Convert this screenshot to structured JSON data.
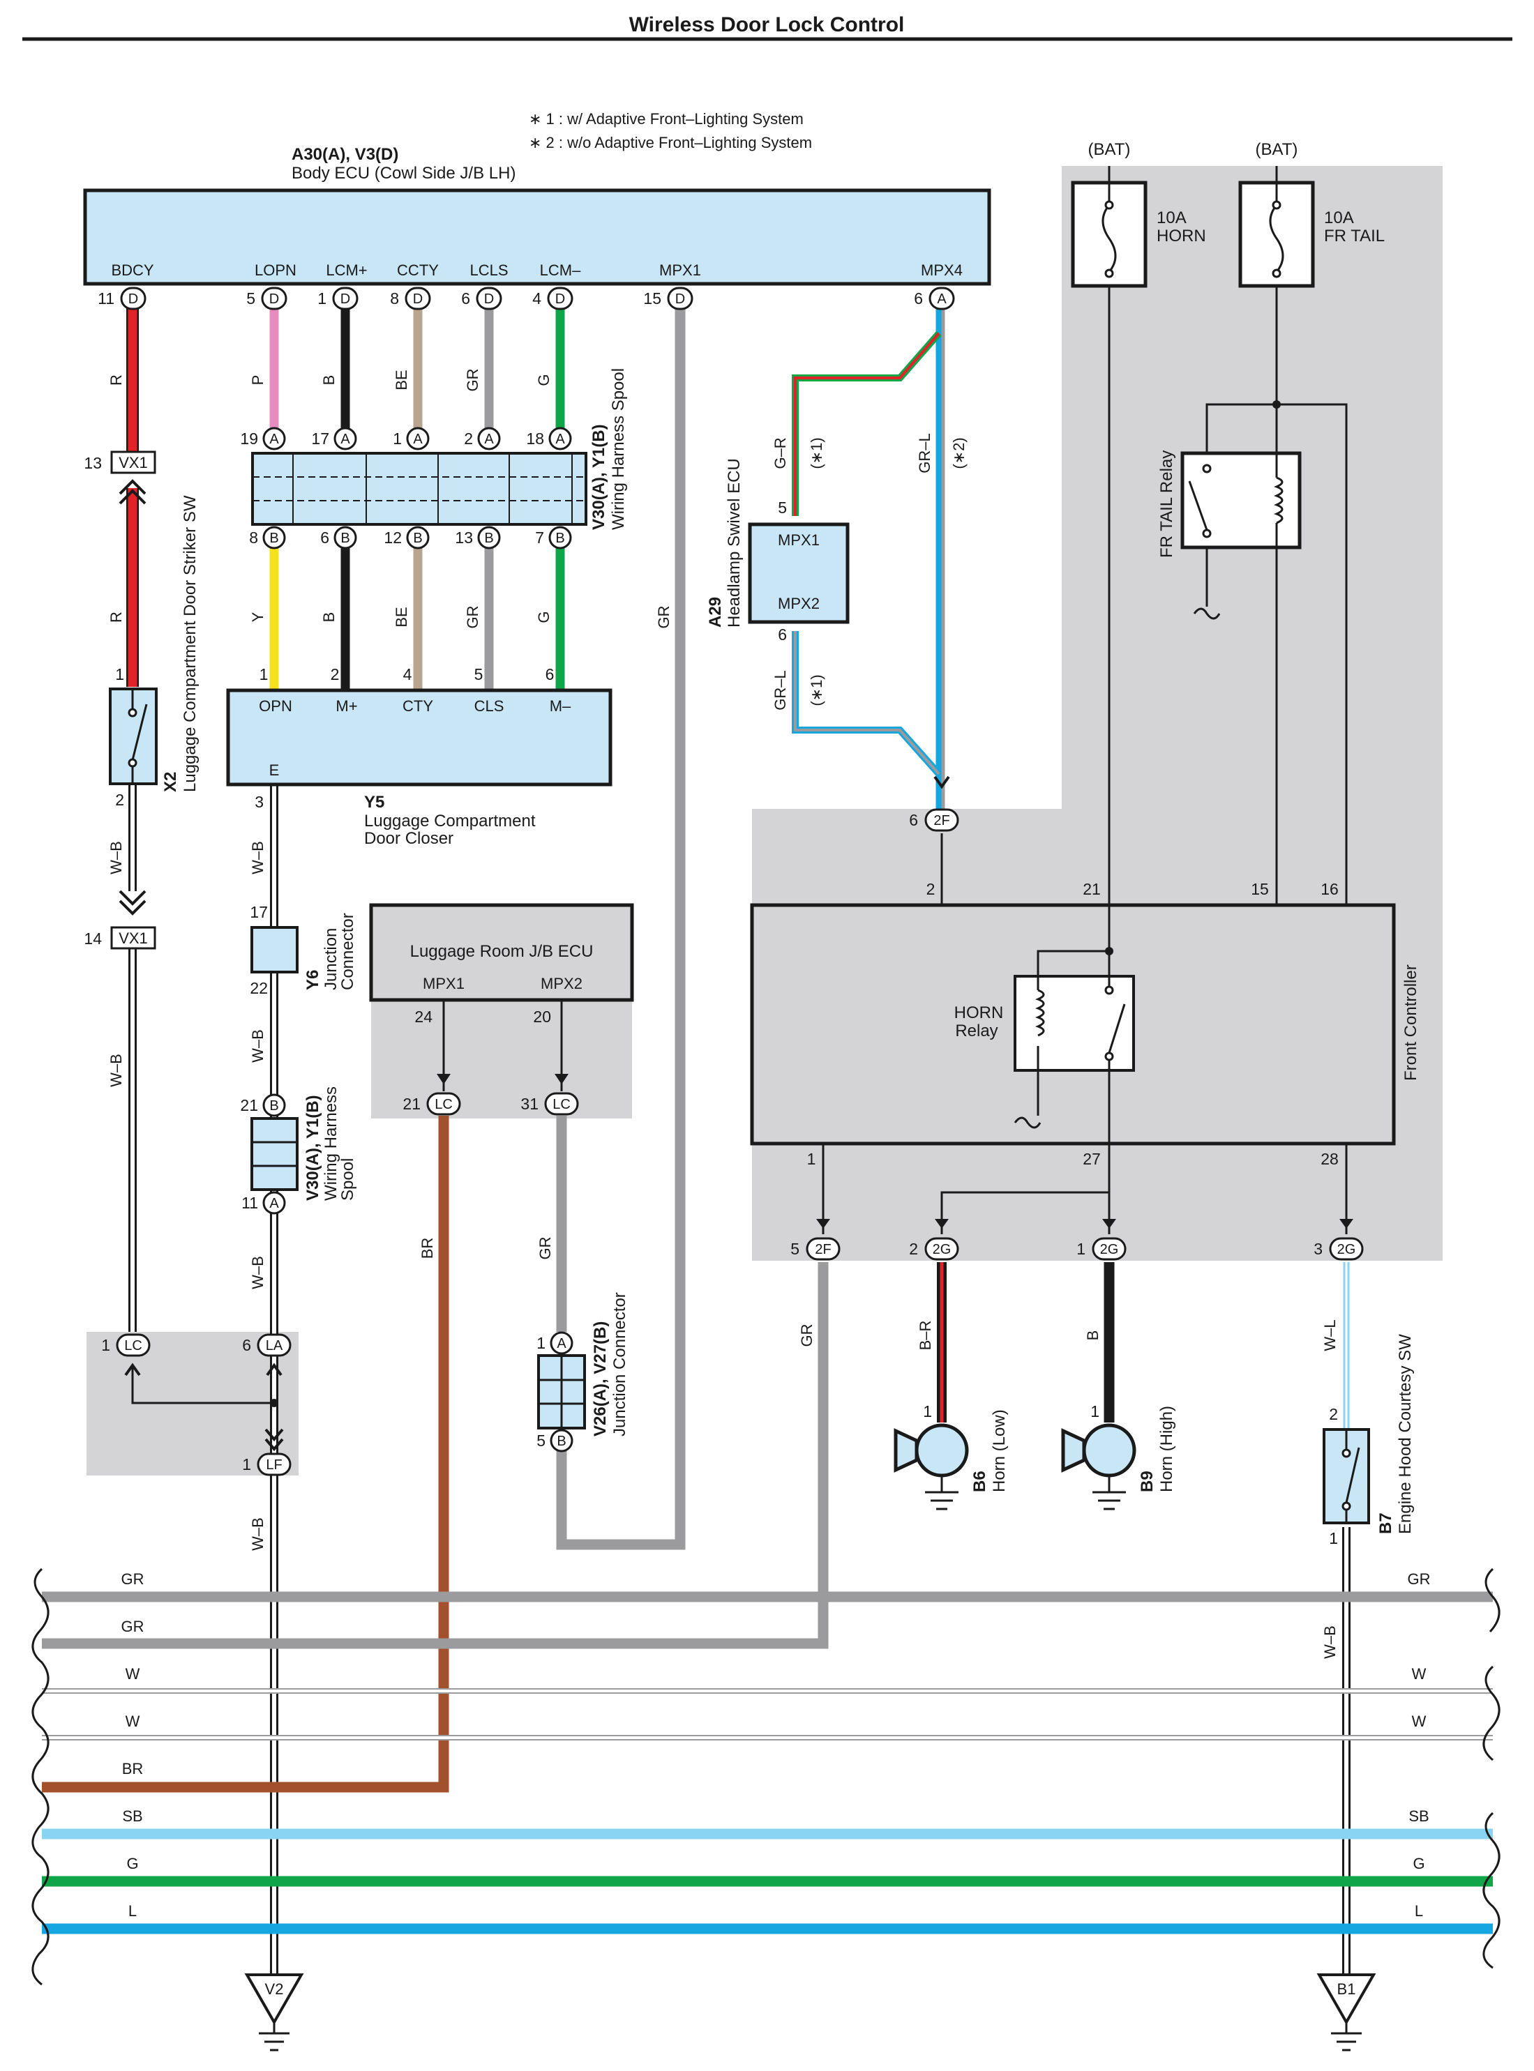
{
  "page_title": "Wireless Door Lock Control",
  "notes": [
    "∗ 1 : w/ Adaptive Front–Lighting System",
    "∗ 2 : w/o Adaptive Front–Lighting System"
  ],
  "body_ecu": {
    "code": "A30(A), V3(D)",
    "name": "Body ECU (Cowl Side J/B LH)",
    "pins": [
      {
        "name": "BDCY",
        "num": "11",
        "conn": "D",
        "wire": "R"
      },
      {
        "name": "LOPN",
        "num": "5",
        "conn": "D",
        "wire": "P"
      },
      {
        "name": "LCM+",
        "num": "1",
        "conn": "D",
        "wire": "B"
      },
      {
        "name": "CCTY",
        "num": "8",
        "conn": "D",
        "wire": "BE"
      },
      {
        "name": "LCLS",
        "num": "6",
        "conn": "D",
        "wire": "GR"
      },
      {
        "name": "LCM–",
        "num": "4",
        "conn": "D",
        "wire": "G"
      },
      {
        "name": "MPX1",
        "num": "15",
        "conn": "D",
        "wire": "GR"
      },
      {
        "name": "MPX4",
        "num": "6",
        "conn": "A",
        "wire": ""
      }
    ]
  },
  "spool_upper": {
    "code": "V30(A), Y1(B)",
    "name": "Wiring Harness Spool",
    "pins_top": [
      {
        "num": "19",
        "conn": "A"
      },
      {
        "num": "17",
        "conn": "A"
      },
      {
        "num": "1",
        "conn": "A"
      },
      {
        "num": "2",
        "conn": "A"
      },
      {
        "num": "18",
        "conn": "A"
      }
    ],
    "pins_bottom": [
      {
        "num": "8",
        "conn": "B",
        "wire": "Y"
      },
      {
        "num": "6",
        "conn": "B",
        "wire": "B"
      },
      {
        "num": "12",
        "conn": "B",
        "wire": "BE"
      },
      {
        "num": "13",
        "conn": "B",
        "wire": "GR"
      },
      {
        "num": "7",
        "conn": "B",
        "wire": "G"
      }
    ]
  },
  "door_closer": {
    "code": "Y5",
    "name": "Luggage Compartment Door Closer",
    "name_line1": "Luggage Compartment",
    "name_line2": "Door Closer",
    "pins": [
      {
        "num": "1",
        "label": "OPN"
      },
      {
        "num": "2",
        "label": "M+"
      },
      {
        "num": "4",
        "label": "CTY"
      },
      {
        "num": "5",
        "label": "CLS"
      },
      {
        "num": "6",
        "label": "M–"
      }
    ],
    "ground_label": "E",
    "ground_pin": "3"
  },
  "striker_sw": {
    "code": "X2",
    "name": "Luggage Compartment Door Striker SW",
    "pin_top": "1",
    "pin_bottom": "2"
  },
  "vx1_top": {
    "num": "13",
    "label": "VX1"
  },
  "vx1_bottom": {
    "num": "14",
    "label": "VX1"
  },
  "junction_y6": {
    "code": "Y6",
    "name_line1": "Junction",
    "name_line2": "Connector",
    "pin_top": "17",
    "pin_bottom": "22"
  },
  "spool_lower": {
    "code": "V30(A), Y1(B)",
    "name_line1": "Wiring Harness",
    "name_line2": "Spool",
    "pin_top": "21",
    "conn_top": "B",
    "pin_bottom": "11",
    "conn_bottom": "A"
  },
  "luggage_jb": {
    "name": "Luggage Room J/B ECU",
    "pin1_label": "MPX1",
    "pin2_label": "MPX2",
    "pin1_num": "24",
    "pin2_num": "20"
  },
  "lc_connectors": [
    {
      "num": "21",
      "label": "LC"
    },
    {
      "num": "31",
      "label": "LC"
    },
    {
      "num": "1",
      "label": "LC"
    }
  ],
  "la_connector": {
    "num": "6",
    "label": "LA"
  },
  "lf_connector": {
    "num": "1",
    "label": "LF"
  },
  "junction_v26": {
    "code": "V26(A), V27(B)",
    "name": "Junction Connector",
    "pin_top": "1",
    "conn_top": "A",
    "pin_bottom": "5",
    "conn_bottom": "B"
  },
  "headlamp_ecu": {
    "code": "A29",
    "name": "Headlamp Swivel ECU",
    "pin1": "MPX1",
    "pin2": "MPX2",
    "pin1_num": "5",
    "pin2_num": "6",
    "wire_in": "G–R",
    "wire_out": "GR–L",
    "note1": "(∗1)",
    "note2": "(∗2)",
    "bypass_wire": "GR–L"
  },
  "fuses": [
    {
      "source": "(BAT)",
      "rating": "10A",
      "name": "HORN"
    },
    {
      "source": "(BAT)",
      "rating": "10A",
      "name": "FR TAIL"
    }
  ],
  "fr_tail_relay": "FR TAIL Relay",
  "front_controller": {
    "name": "Front Controller",
    "horn_relay": [
      "HORN",
      "Relay"
    ],
    "top_pins": [
      "2",
      "21",
      "15",
      "16"
    ],
    "bottom_pins": [
      "1",
      "27",
      "28"
    ]
  },
  "connector_2f_top": {
    "num": "6",
    "label": "2F"
  },
  "bottom_connectors": [
    {
      "num": "5",
      "label": "2F",
      "wire": "GR"
    },
    {
      "num": "2",
      "label": "2G",
      "wire": "B–R"
    },
    {
      "num": "1",
      "label": "2G",
      "wire": "B"
    },
    {
      "num": "3",
      "label": "2G",
      "wire": "W–L"
    }
  ],
  "horns": [
    {
      "code": "B6",
      "name": "Horn (Low)",
      "pin": "1"
    },
    {
      "code": "B9",
      "name": "Horn (High)",
      "pin": "1"
    }
  ],
  "hood_sw": {
    "code": "B7",
    "name": "Engine Hood Courtesy SW",
    "pin_top": "2",
    "pin_bottom": "1"
  },
  "wire_labels": {
    "wb": "W–B",
    "gr": "GR",
    "br": "BR"
  },
  "bus": {
    "left": [
      "GR",
      "GR",
      "W",
      "W",
      "BR",
      "SB",
      "G",
      "L"
    ],
    "right": [
      "GR",
      "W",
      "W",
      "SB",
      "G",
      "L"
    ]
  },
  "grounds": [
    {
      "label": "V2"
    },
    {
      "label": "B1"
    }
  ],
  "colors": {
    "R": "#e32227",
    "P": "#e88cbf",
    "B": "#1a1a1a",
    "BE": "#b9a48f",
    "GR": "#9b9b9d",
    "G": "#11a54a",
    "Y": "#f5e21a",
    "BR": "#a3502c",
    "SB": "#89d4f2",
    "L": "#16a6e0",
    "W": "#ffffff",
    "ecu": "#c8e6f5",
    "area": "#d4d4d6"
  }
}
